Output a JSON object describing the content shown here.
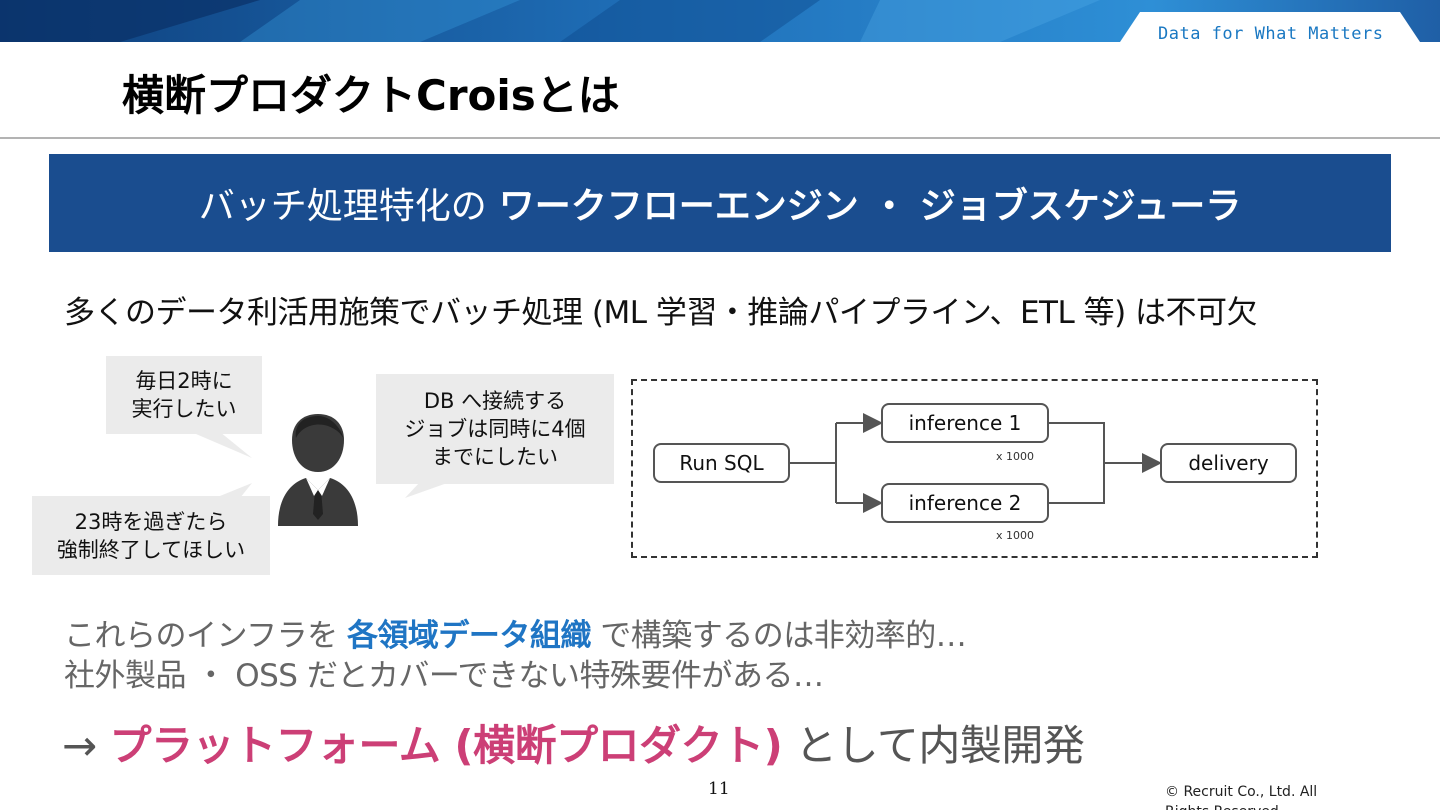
{
  "header": {
    "tagline": "Data for What Matters",
    "brand_colors": {
      "band_dark": "#0e3f7c",
      "band_light": "#2e8fd6",
      "tagline": "#1a78c2"
    }
  },
  "title": "横断プロダクトCroisとは",
  "banner": {
    "light_text": "バッチ処理特化の",
    "strong_text": "ワークフローエンジン ・ ジョブスケジューラ",
    "color": "#1a4d8f"
  },
  "intro": "多くのデータ利活用施策でバッチ処理 (ML 学習・推論パイプライン、ETL 等) は不可欠",
  "bubbles": {
    "schedule": [
      "毎日2時に",
      "実行したい"
    ],
    "concurrency": [
      "DB へ接続する",
      "ジョブは同時に4個",
      "までにしたい"
    ],
    "timeout": [
      "23時を過ぎたら",
      "強制終了してほしい"
    ]
  },
  "person_icon": "businessman-icon",
  "workflow": {
    "nodes": {
      "run_sql": "Run SQL",
      "inference1": "inference 1",
      "inference2": "inference 2",
      "delivery": "delivery"
    },
    "multiplier1": "x 1000",
    "multiplier2": "x 1000"
  },
  "problems": {
    "line1_prefix": "これらのインフラを ",
    "line1_highlight": "各領域データ組織",
    "line1_suffix": " で構築するのは非効率的…",
    "line2": "社外製品 ・ OSS だとカバーできない特殊要件がある…"
  },
  "conclusion": {
    "arrow": "→ ",
    "highlight": "プラットフォーム (横断プロダクト)",
    "suffix": " として内製開発",
    "highlight_color": "#cc3f76"
  },
  "footer": {
    "page_number": "11",
    "copyright": "© Recruit Co., Ltd. All Rights Reserved"
  }
}
